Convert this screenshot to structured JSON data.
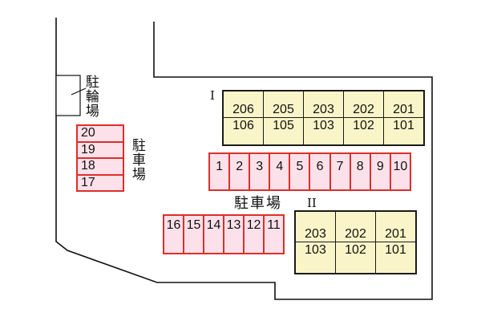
{
  "diagram": {
    "title_implicit": "parking layout plan",
    "labels": {
      "bicycle_parking": "駐輪場",
      "parking_left": "駐車場",
      "parking_center": "駐車場",
      "building1_numeral": "I",
      "building2_numeral": "II"
    },
    "building1": {
      "upper_rooms": [
        "206",
        "205",
        "203",
        "202",
        "201"
      ],
      "lower_rooms": [
        "106",
        "105",
        "103",
        "102",
        "101"
      ]
    },
    "building2": {
      "upper_rooms": [
        "203",
        "202",
        "201"
      ],
      "lower_rooms": [
        "103",
        "102",
        "101"
      ]
    },
    "parking_row_top": [
      "1",
      "2",
      "3",
      "4",
      "5",
      "6",
      "7",
      "8",
      "9",
      "10"
    ],
    "parking_row_bottom": [
      "16",
      "15",
      "14",
      "13",
      "12",
      "11"
    ],
    "parking_left_column": [
      "20",
      "19",
      "18",
      "17"
    ],
    "colors": {
      "space_fill": "#fce1ea",
      "space_border": "#dd2f2a",
      "building_fill": "#faf5c8",
      "building_border": "#1a1a1a",
      "boundary_line": "#111111",
      "text": "#111111",
      "background": "#ffffff"
    }
  }
}
